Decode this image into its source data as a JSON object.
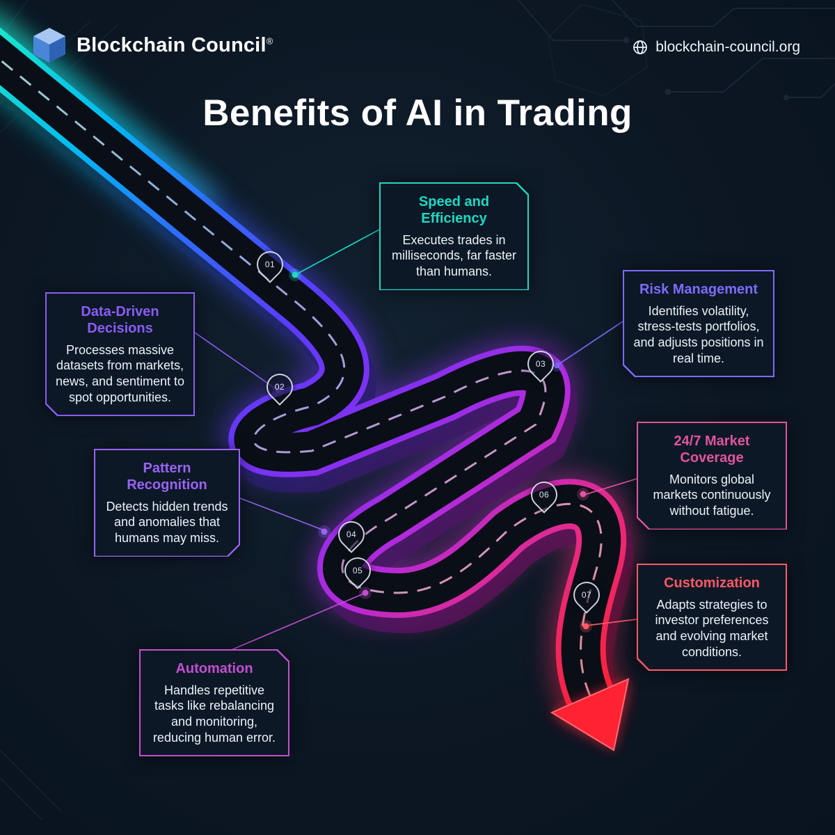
{
  "header": {
    "brand": "Blockchain Council",
    "reg": "®",
    "website": "blockchain-council.org"
  },
  "title": "Benefits of AI in Trading",
  "background_color": "#0c1723",
  "road_gradient": [
    "#1ce8c9",
    "#00b9f2",
    "#2f6bff",
    "#5b3bff",
    "#8430f0",
    "#b32adb",
    "#e62a86",
    "#ff2020"
  ],
  "benefits": [
    {
      "num": "01",
      "title": "Speed and Efficiency",
      "desc": "Executes trades in milliseconds, far faster than humans.",
      "accent": "#1fd9c2"
    },
    {
      "num": "02",
      "title": "Data-Driven Decisions",
      "desc": "Processes massive datasets from markets, news, and sentiment to spot opportunities.",
      "accent": "#8b5cf6"
    },
    {
      "num": "03",
      "title": "Risk Management",
      "desc": "Identifies volatility, stress-tests portfolios, and adjusts positions in real time.",
      "accent": "#7f6bff"
    },
    {
      "num": "04",
      "title": "Pattern Recognition",
      "desc": "Detects hidden trends and anomalies that humans may miss.",
      "accent": "#9a63f5"
    },
    {
      "num": "05",
      "title": "Automation",
      "desc": "Handles repetitive tasks like rebalancing and monitoring, reducing human error.",
      "accent": "#c24fd0"
    },
    {
      "num": "06",
      "title": "24/7 Market Coverage",
      "desc": "Monitors global markets continuously without fatigue.",
      "accent": "#e0559f"
    },
    {
      "num": "07",
      "title": "Customization",
      "desc": "Adapts strategies to investor preferences and evolving market conditions.",
      "accent": "#ff5a66"
    }
  ]
}
